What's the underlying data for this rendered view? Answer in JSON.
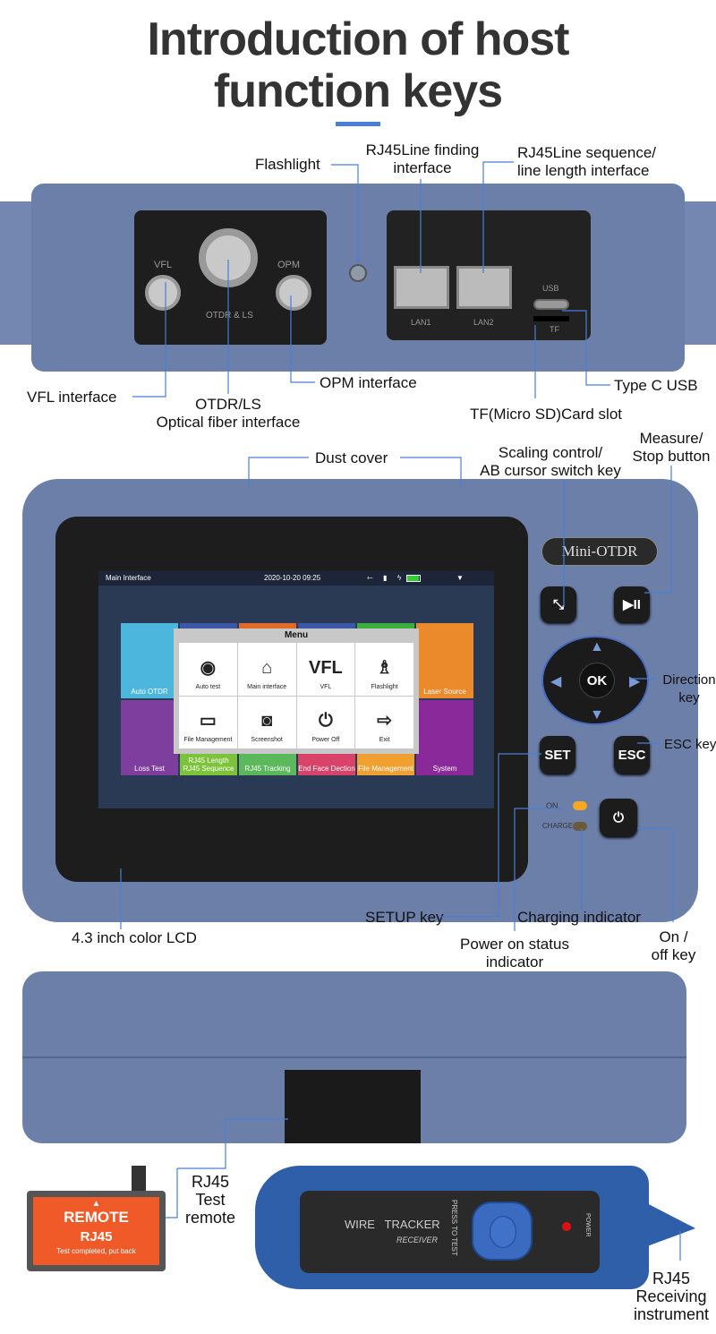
{
  "title": {
    "line1": "Introduction of host",
    "line2": "function keys"
  },
  "accent_color": "#4a7fd6",
  "top_view": {
    "labels": {
      "flashlight": "Flashlight",
      "rj45_finding": [
        "RJ45Line finding",
        "interface"
      ],
      "rj45_sequence": [
        "RJ45Line sequence/",
        "line length interface"
      ],
      "vfl": "VFL interface",
      "otdr": [
        "OTDR/LS",
        "Optical fiber interface"
      ],
      "opm": "OPM interface",
      "typec": "Type C USB",
      "tf": "TF(Micro SD)Card slot"
    },
    "device_text": {
      "vfl": "VFL",
      "opm": "OPM",
      "otdr": "OTDR & LS",
      "lan1": "LAN1",
      "lan2": "LAN2",
      "usb": "USB",
      "tf": "TF"
    }
  },
  "front_view": {
    "labels": {
      "dust_cover": "Dust cover",
      "scaling": [
        "Scaling control/",
        "AB cursor switch key"
      ],
      "measure": [
        "Measure/",
        "Stop button"
      ],
      "direction": [
        "Direction",
        "key"
      ],
      "esc": "ESC key",
      "lcd": "4.3 inch color LCD",
      "setup": "SETUP key",
      "charging": "Charging indicator",
      "power_status": [
        "Power on status",
        "indicator"
      ],
      "onoff": [
        "On /",
        "off key"
      ]
    },
    "logo": "Mini-OTDR",
    "buttons": {
      "ok": "OK",
      "set": "SET",
      "esc": "ESC",
      "on": "ON",
      "charge": "CHARGE"
    },
    "screen": {
      "title": "Main Interface",
      "datetime": "2020-10-20  09:25",
      "battery_level": 0.9,
      "tiles": [
        {
          "label": "Auto OTDR",
          "color": "#4db6dc"
        },
        {
          "label": "",
          "color": "#3a57a8"
        },
        {
          "label": "",
          "color": "#e06a2a"
        },
        {
          "label": "",
          "color": "#3a57a8"
        },
        {
          "label": "",
          "color": "#3cae3c"
        },
        {
          "label": "Laser Source",
          "color": "#ea8a2a"
        },
        {
          "label": "Loss Test",
          "color": "#7e3e9e"
        },
        {
          "label": "RJ45 Length RJ45 Sequence",
          "color": "#7cc23a"
        },
        {
          "label": "RJ45 Tracking",
          "color": "#5cb85c"
        },
        {
          "label": "End Face Dection",
          "color": "#d9436a"
        },
        {
          "label": "File Management",
          "color": "#efa030"
        },
        {
          "label": "System",
          "color": "#8a2a9a"
        }
      ],
      "menu": {
        "title": "Menu",
        "items": [
          {
            "label": "Auto test",
            "icon": "◉"
          },
          {
            "label": "Main interface",
            "icon": "⌂"
          },
          {
            "label": "VFL",
            "icon": "VFL"
          },
          {
            "label": "Flashlight",
            "icon": "♗"
          },
          {
            "label": "File Management",
            "icon": "▭"
          },
          {
            "label": "Screenshot",
            "icon": "◙"
          },
          {
            "label": "Power Off",
            "icon": "⏻"
          },
          {
            "label": "Exit",
            "icon": "⇨"
          }
        ]
      }
    }
  },
  "side_view": {
    "remote": {
      "label": [
        "RJ45",
        "Test",
        "remote"
      ],
      "text": {
        "title": "REMOTE",
        "sub": "RJ45",
        "note": "Test completed, put back"
      }
    },
    "tracker": {
      "label": [
        "RJ45",
        "Receiving",
        "instrument"
      ],
      "text": {
        "name": "WIRE   TRACKER",
        "sub": "RECEIVER",
        "press": "PRESS TO TEST",
        "power": "POWER"
      }
    }
  }
}
